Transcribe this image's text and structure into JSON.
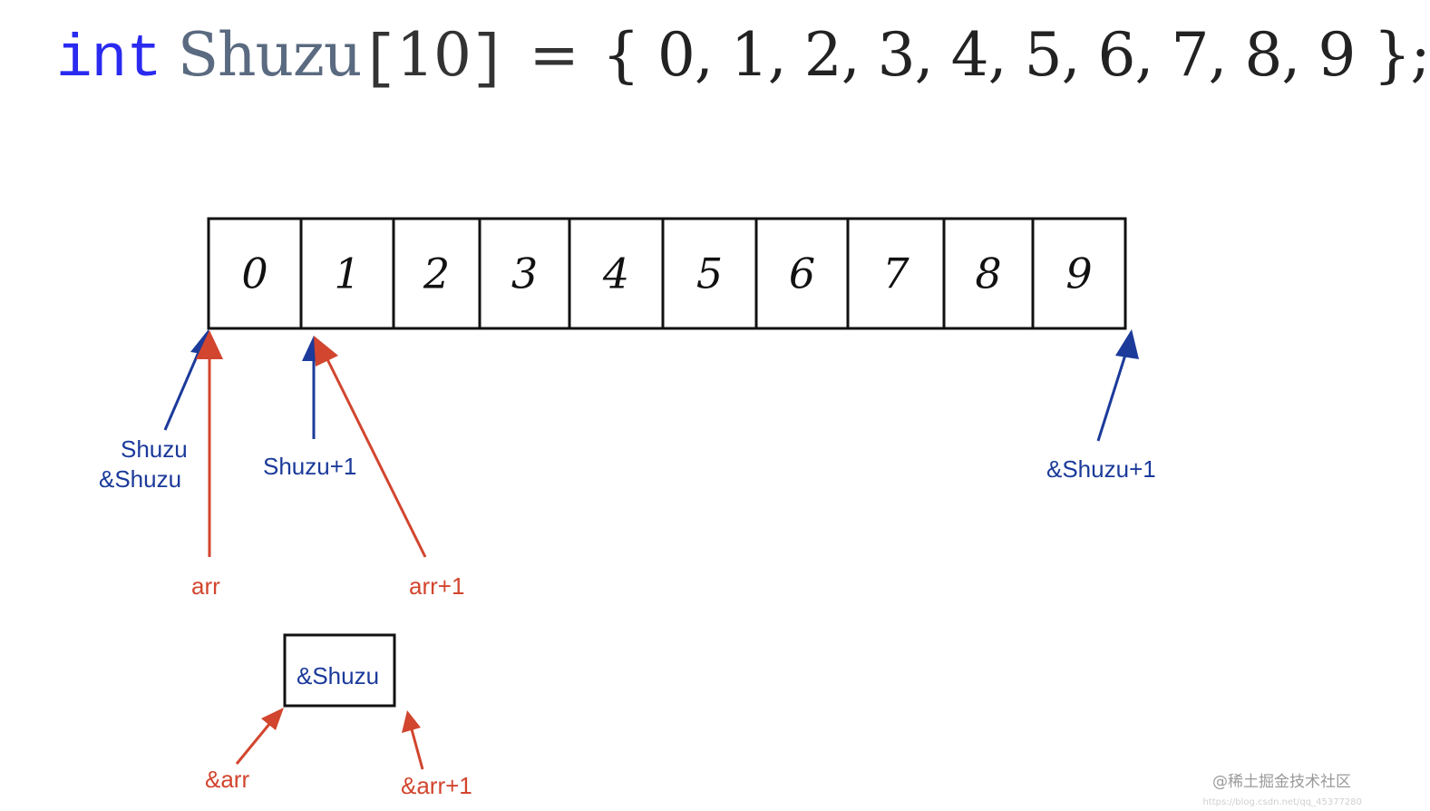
{
  "code": {
    "keyword": "int",
    "identifier": "Shuzu",
    "open_bracket": "[",
    "size": "10",
    "close_bracket": "]",
    "assign": "=",
    "values": "{ 0, 1, 2, 3, 4, 5, 6, 7, 8, 9 };"
  },
  "array_cells": [
    "0",
    "1",
    "2",
    "3",
    "4",
    "5",
    "6",
    "7",
    "8",
    "9"
  ],
  "labels": {
    "shuzu": "Shuzu",
    "amp_shuzu": "&Shuzu",
    "shuzu_plus_1": "Shuzu+1",
    "amp_shuzu_plus_1": "&Shuzu+1",
    "arr": "arr",
    "arr_plus_1": "arr+1",
    "box_amp_shuzu": "&Shuzu",
    "amp_arr": "&arr",
    "amp_arr_plus_1": "&arr+1"
  },
  "colors": {
    "blue": "#1b3a9a",
    "red": "#d2452e",
    "outline": "#111111"
  },
  "watermark": {
    "text": "@稀土掘金技术社区",
    "url": "https://blog.csdn.net/qq_45377280"
  }
}
